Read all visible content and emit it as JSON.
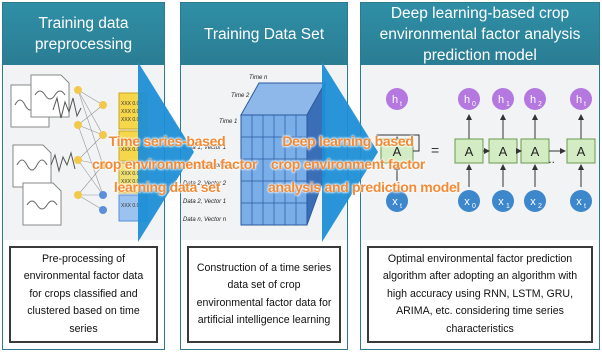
{
  "panels": [
    {
      "title": "Training data preprocessing",
      "description": "Pre-processing of environmental factor data for crops classified and clustered based on time series"
    },
    {
      "title": "Training Data Set",
      "description": "Construction of a time series data set of crop environmental factor data for artificial intelligence learning"
    },
    {
      "title": "Deep learning-based crop environmental factor analysis prediction model",
      "description": "Optimal environmental factor prediction algorithm after adopting an algorithm with high accuracy using RNN, LSTM, GRU, ARIMA, etc. considering time series characteristics"
    }
  ],
  "overlays": {
    "left": [
      "Time series-based",
      "crop environmental factor",
      "learning data set"
    ],
    "right": [
      "Deep learning based",
      "crop environment factor",
      "analysis and prediction model"
    ]
  },
  "preprocessing": {
    "cell_values": [
      "XXX 0.04",
      "XXX 0.02",
      "XXX 0.01",
      "XXX 0.02",
      "XXX 0.03",
      "XXX 0.02",
      "XXX 0.01",
      "XXX 0.02"
    ]
  },
  "dataset": {
    "time_labels": [
      "Time n",
      "Time 2",
      "Time 1"
    ],
    "row_labels": [
      "Data 1, Vector 1",
      "Data 2, Vector 2",
      "Data 2, Vector 2",
      "Data 2, Vector 1",
      "Data n, Vector n"
    ]
  },
  "rnn": {
    "cell_label": "A",
    "equals": "=",
    "ellipsis": "...",
    "left": {
      "h": "h",
      "h_sub": "t",
      "x": "x",
      "x_sub": "t"
    },
    "outputs": [
      {
        "t": "h",
        "s": "0"
      },
      {
        "t": "h",
        "s": "1"
      },
      {
        "t": "h",
        "s": "2"
      },
      {
        "t": "h",
        "s": "t"
      }
    ],
    "inputs": [
      {
        "t": "x",
        "s": "0"
      },
      {
        "t": "x",
        "s": "1"
      },
      {
        "t": "x",
        "s": "2"
      },
      {
        "t": "x",
        "s": "t"
      }
    ]
  },
  "colors": {
    "header": "#2f8fa6",
    "arrow": "#1d8fd6",
    "overlay_text": "#f28a36",
    "rnn_output": "#b478e0",
    "rnn_input": "#3d87cc",
    "rnn_cell": "#d4ecc4"
  }
}
